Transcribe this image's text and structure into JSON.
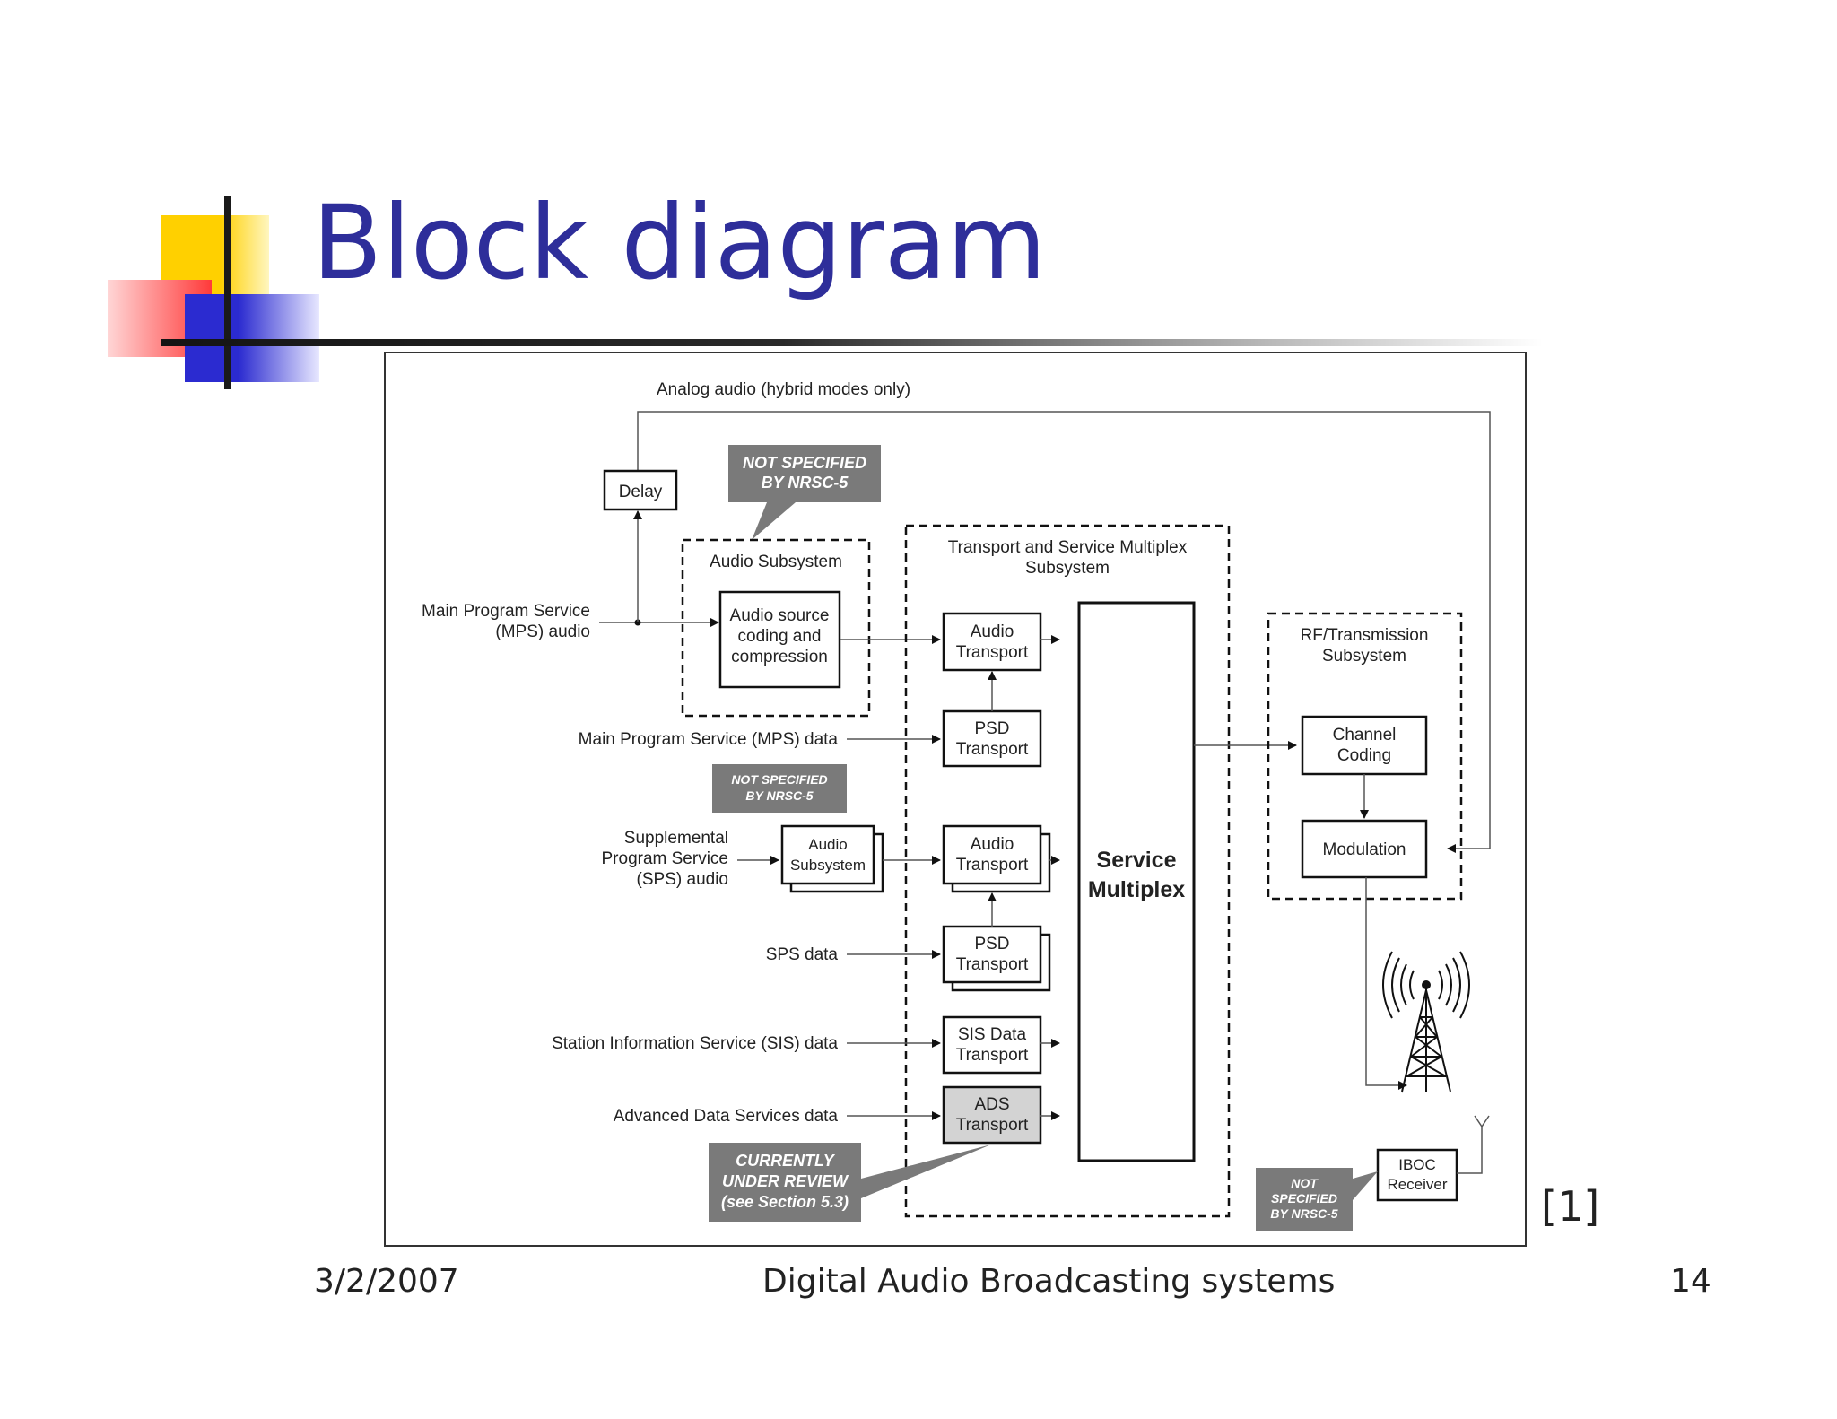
{
  "slide": {
    "title": "Block diagram",
    "reference": "[1]",
    "footer_date": "3/2/2007",
    "footer_center": "Digital Audio Broadcasting  systems",
    "page_number": "14"
  },
  "colors": {
    "title": "#2e2e9a",
    "accent_yellow": "#ffd000",
    "accent_red": "#ff3a3a",
    "accent_blue": "#2b2bd0",
    "note_fill": "#7a7a7a",
    "ads_fill": "#d3d3d3"
  },
  "diagram": {
    "analog_label": "Analog audio (hybrid modes only)",
    "delay": "Delay",
    "note_top": [
      "NOT SPECIFIED",
      "BY NRSC-5"
    ],
    "audio_subsystem_label": "Audio Subsystem",
    "audio_source": [
      "Audio source",
      "coding and",
      "compression"
    ],
    "mps_audio": [
      "Main Program Service",
      "(MPS) audio"
    ],
    "mps_data": "Main Program Service (MPS) data",
    "note_sps": [
      "NOT SPECIFIED",
      "BY NRSC-5"
    ],
    "sps_audio": [
      "Supplemental",
      "Program Service",
      "(SPS) audio"
    ],
    "sps_audio_subsystem": [
      "Audio",
      "Subsystem"
    ],
    "sps_data": "SPS data",
    "sis_data": "Station Information Service (SIS) data",
    "ads_data": "Advanced Data Services data",
    "note_review": [
      "CURRENTLY",
      "UNDER REVIEW",
      "(see Section 5.3)"
    ],
    "transport_label": [
      "Transport and Service Multiplex",
      "Subsystem"
    ],
    "audio_transport": [
      "Audio",
      "Transport"
    ],
    "psd_transport": [
      "PSD",
      "Transport"
    ],
    "sis_transport": [
      "SIS Data",
      "Transport"
    ],
    "ads_transport": [
      "ADS",
      "Transport"
    ],
    "service_multiplex": [
      "Service",
      "Multiplex"
    ],
    "rf_label": [
      "RF/Transmission",
      "Subsystem"
    ],
    "channel_coding": [
      "Channel",
      "Coding"
    ],
    "modulation": "Modulation",
    "iboc": [
      "IBOC",
      "Receiver"
    ],
    "note_iboc": [
      "NOT",
      "SPECIFIED",
      "BY NRSC-5"
    ]
  }
}
